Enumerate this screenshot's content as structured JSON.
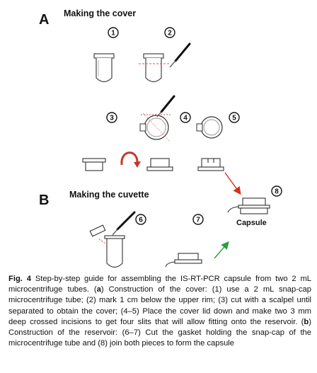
{
  "panel_a": {
    "letter": "A",
    "title": "Making the cover"
  },
  "panel_b": {
    "letter": "B",
    "title": "Making the cuvette"
  },
  "steps": [
    "1",
    "2",
    "3",
    "4",
    "5",
    "6",
    "7",
    "8"
  ],
  "capsule_label": "Capsule",
  "caption": {
    "fig_label": "Fig. 4",
    "intro": " Step-by-step guide for assembling the IS-RT-PCR capsule from two 2 mL microcentrifuge tubes. (",
    "a_label": "a",
    "a_text": ") Construction of the cover: (1) use a 2 mL snap-cap microcentrifuge tube; (2) mark 1 cm below the upper rim; (3) cut with a scalpel until separated to obtain the cover; (4–5) Place the cover lid down and make two 3 mm deep crossed incisions to get four slits that will allow fitting onto the reservoir. (",
    "b_label": "b",
    "b_text": ") Construction of the reservoir: (6–7) Cut the gasket holding the snap-cap of the microcentrifuge tube and (8) join both pieces to form the capsule"
  },
  "colors": {
    "curved_arrow": "#c0392b",
    "arrow_to_capsule": "#d6301f",
    "arrow_up": "#2e9e3e",
    "cut_line": "#e05050",
    "ink": "#222222"
  }
}
